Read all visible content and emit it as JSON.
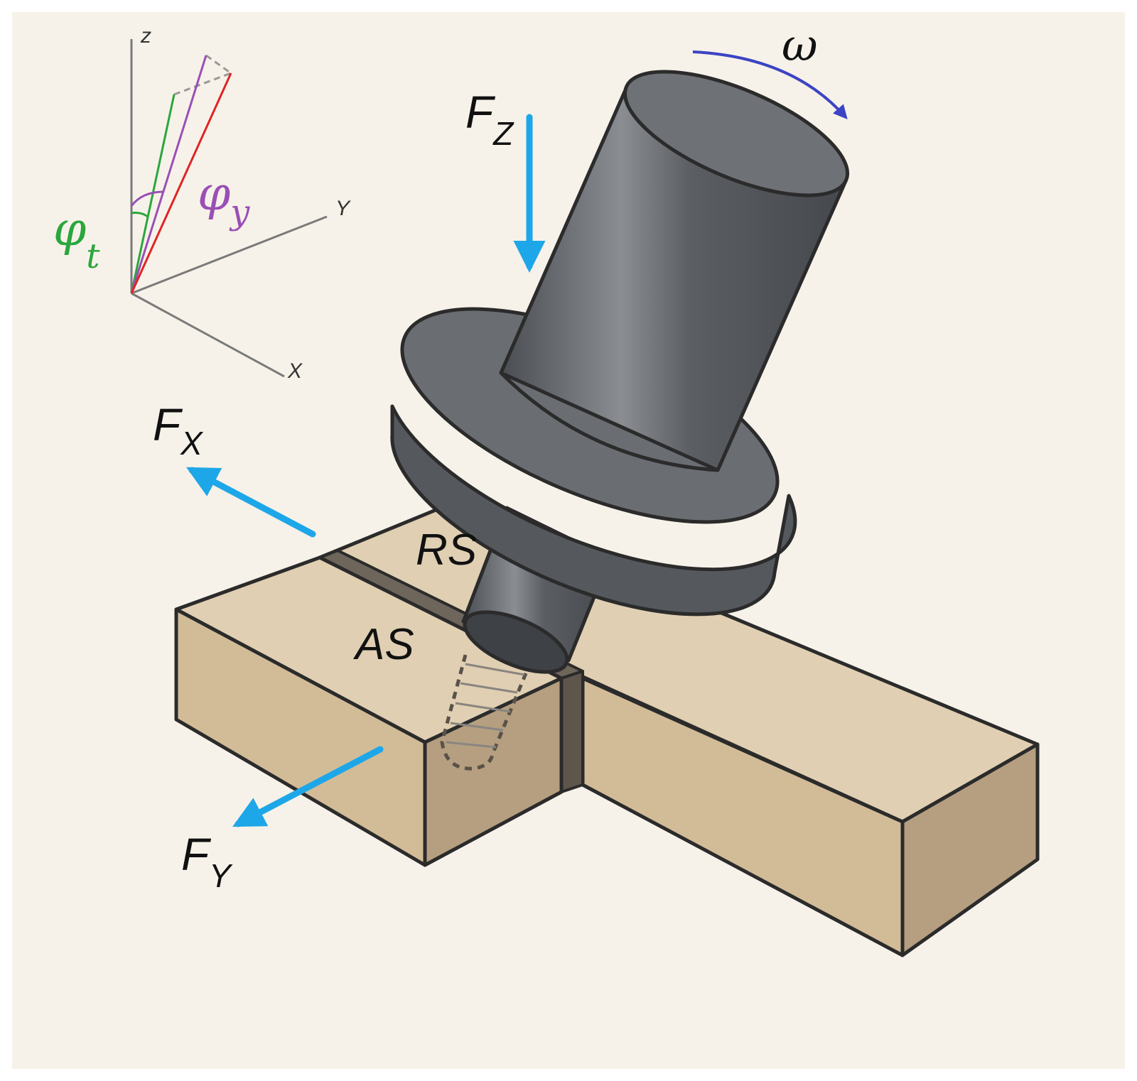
{
  "axes": {
    "z": "z",
    "y": "Y",
    "x": "X"
  },
  "angles": {
    "phi_t": "φ",
    "phi_t_sub": "t",
    "phi_y": "φ",
    "phi_y_sub": "y"
  },
  "forces": {
    "fz": "F",
    "fz_sub": "Z",
    "fx": "F",
    "fx_sub": "X",
    "fy": "F",
    "fy_sub": "Y"
  },
  "rotation": "ω",
  "sides": {
    "retreating": "RS",
    "advancing": "AS"
  },
  "colors": {
    "background": "#f7f2e9",
    "workpiece_top": "#e0cfb2",
    "workpiece_front": "#d2bc98",
    "workpiece_side": "#b59f80",
    "tool": "#5d6065",
    "force_arrow": "#1ea7e8",
    "rotation_arrow": "#3b44c4",
    "phi_t": "#2aa63e",
    "phi_y": "#9a4fb5",
    "tilt_line": "#e02424"
  }
}
